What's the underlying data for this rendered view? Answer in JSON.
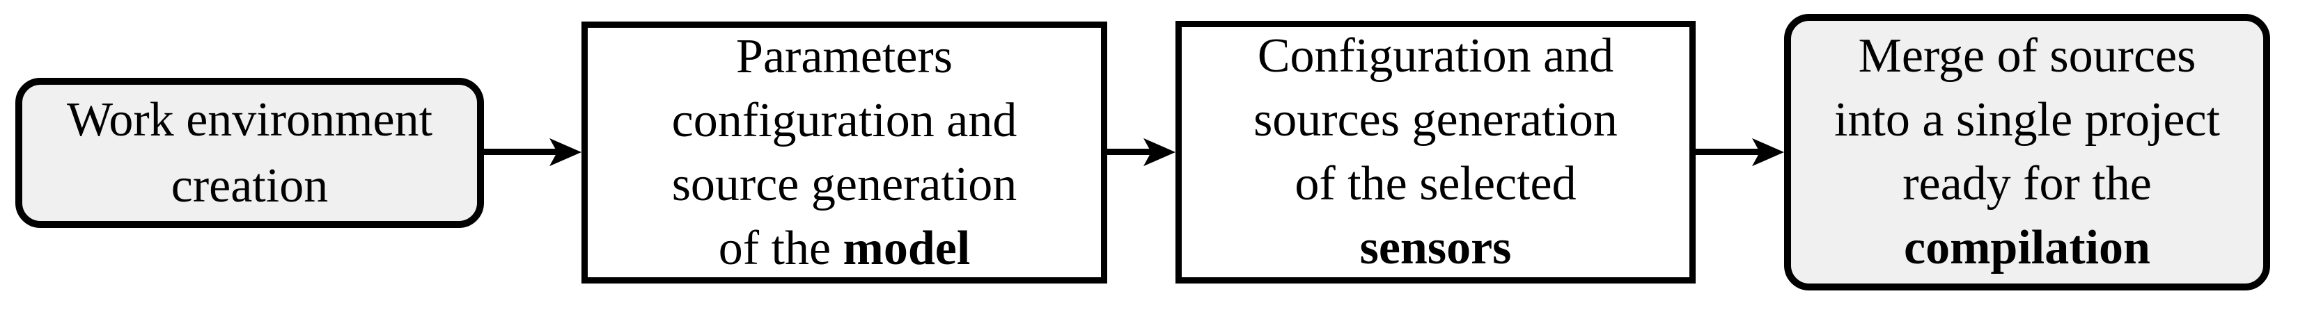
{
  "figure": {
    "type": "flowchart",
    "direction": "left-to-right",
    "colors": {
      "background": "#ffffff",
      "border": "#000000",
      "arrow": "#000000",
      "text": "#000000",
      "step_fill_highlighted": "#f0f0f0",
      "step_fill_plain": "#ffffff"
    },
    "steps": [
      {
        "id": "work-environment-creation",
        "shape": "rounded",
        "highlighted": true,
        "label": "Work environment creation",
        "lines": [
          [
            {
              "t": "Work environment"
            }
          ],
          [
            {
              "t": "creation"
            }
          ]
        ]
      },
      {
        "id": "model-source-generation",
        "shape": "rectangle",
        "highlighted": false,
        "label": "Parameters configuration and source generation of the model",
        "bold_term": "model",
        "lines": [
          [
            {
              "t": "Parameters"
            }
          ],
          [
            {
              "t": "configuration and"
            }
          ],
          [
            {
              "t": "source generation"
            }
          ],
          [
            {
              "t": "of the "
            },
            {
              "t": "model",
              "bold": true
            }
          ]
        ]
      },
      {
        "id": "sensors-source-generation",
        "shape": "rectangle",
        "highlighted": false,
        "label": "Configuration and sources generation of the selected sensors",
        "bold_term": "sensors",
        "lines": [
          [
            {
              "t": "Configuration and"
            }
          ],
          [
            {
              "t": "sources generation"
            }
          ],
          [
            {
              "t": "of the selected"
            }
          ],
          [
            {
              "t": "sensors",
              "bold": true
            }
          ]
        ]
      },
      {
        "id": "merge-for-compilation",
        "shape": "rounded",
        "highlighted": true,
        "label": "Merge of sources into a single project ready for the compilation",
        "bold_term": "compilation",
        "lines": [
          [
            {
              "t": "Merge of sources"
            }
          ],
          [
            {
              "t": "into a single project"
            }
          ],
          [
            {
              "t": "ready for the"
            }
          ],
          [
            {
              "t": "compilation",
              "bold": true
            }
          ]
        ]
      }
    ],
    "connectors": [
      {
        "from": "work-environment-creation",
        "to": "model-source-generation",
        "type": "arrow-right"
      },
      {
        "from": "model-source-generation",
        "to": "sensors-source-generation",
        "type": "arrow-right"
      },
      {
        "from": "sensors-source-generation",
        "to": "merge-for-compilation",
        "type": "arrow-right"
      }
    ]
  }
}
